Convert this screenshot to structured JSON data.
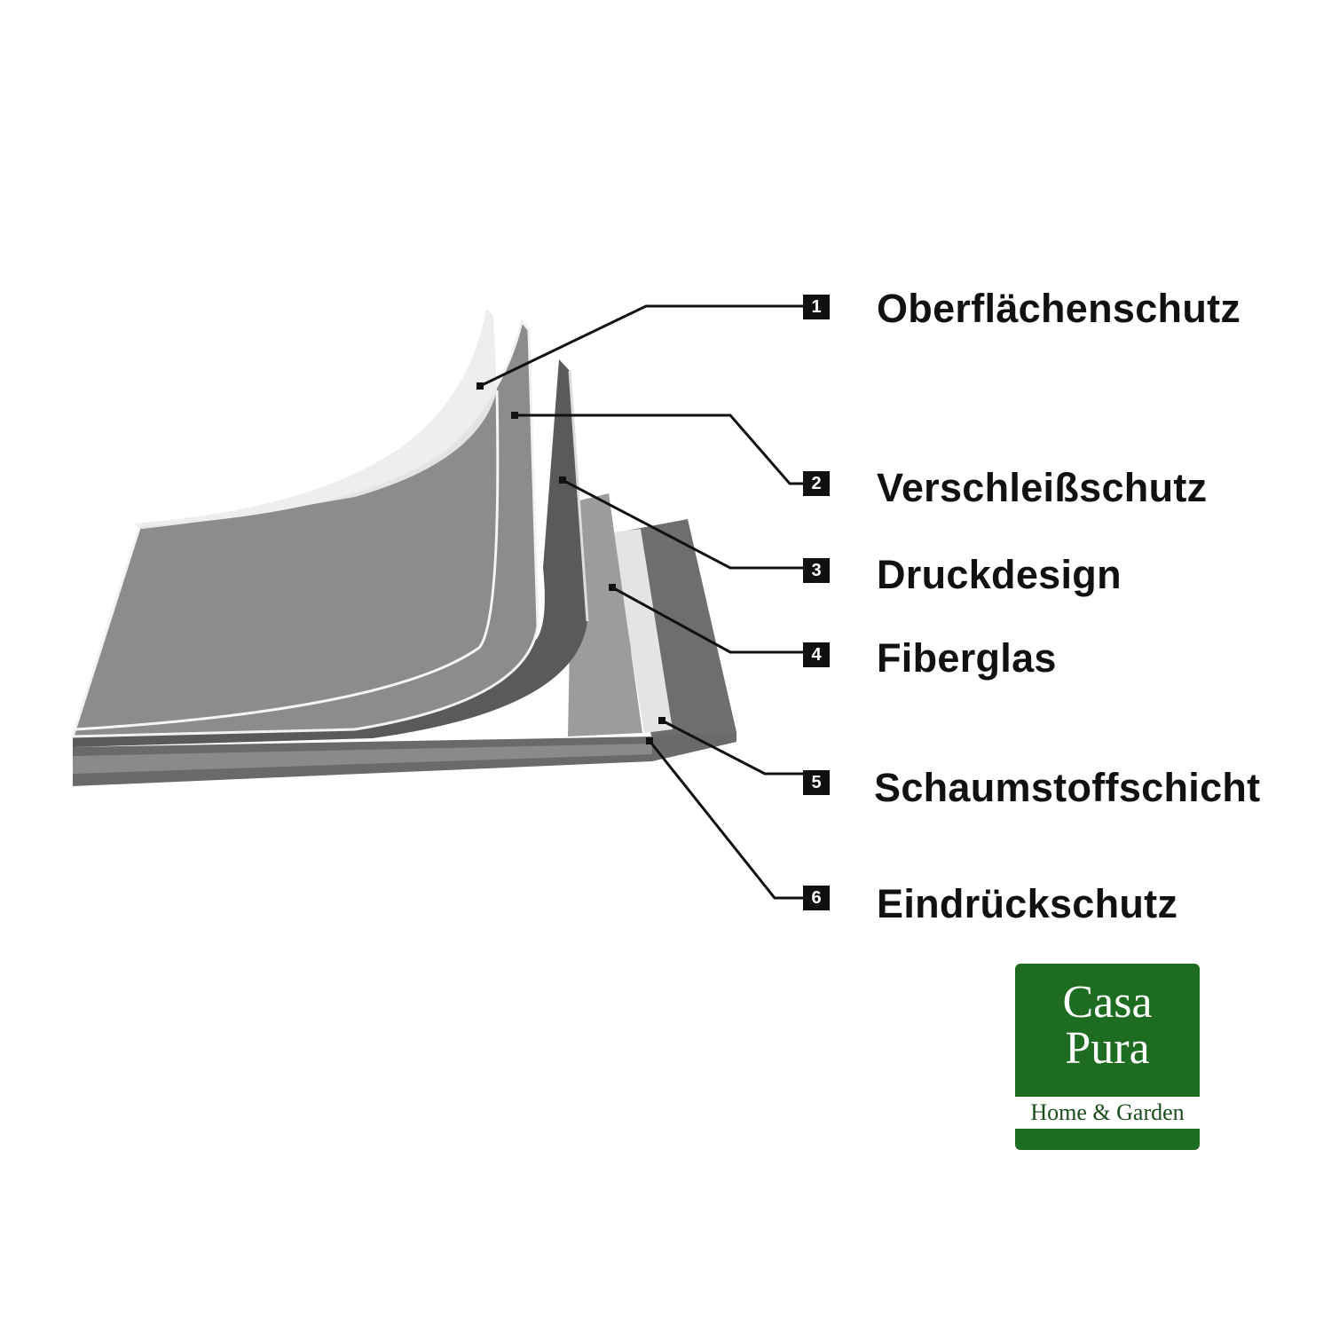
{
  "layers": [
    {
      "number": "1",
      "label": "Oberflächenschutz"
    },
    {
      "number": "2",
      "label": "Verschleißschutz"
    },
    {
      "number": "3",
      "label": "Druckdesign"
    },
    {
      "number": "4",
      "label": "Fiberglas"
    },
    {
      "number": "5",
      "label": "Schaumstoffschicht"
    },
    {
      "number": "6",
      "label": "Eindrückschutz"
    }
  ],
  "logo": {
    "line1": "Casa",
    "line2": "Pura",
    "tagline": "Home & Garden",
    "color": "#1e6b22"
  }
}
